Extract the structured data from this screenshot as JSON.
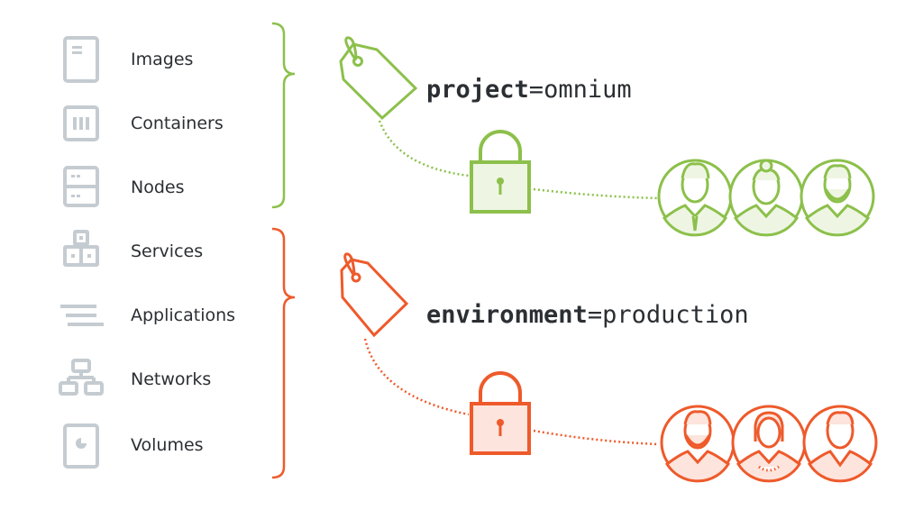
{
  "resources": [
    {
      "label": "Images",
      "icon": "image-file-icon"
    },
    {
      "label": "Containers",
      "icon": "container-icon"
    },
    {
      "label": "Nodes",
      "icon": "node-server-icon"
    },
    {
      "label": "Services",
      "icon": "services-blocks-icon"
    },
    {
      "label": "Applications",
      "icon": "applications-lines-icon"
    },
    {
      "label": "Networks",
      "icon": "network-topology-icon"
    },
    {
      "label": "Volumes",
      "icon": "volume-disk-icon"
    }
  ],
  "groups": [
    {
      "key": "project",
      "value": "omnium",
      "color": "#8cc04b",
      "fill": "#eef6e3"
    },
    {
      "key": "environment",
      "value": "production",
      "color": "#ee5a2b",
      "fill": "#fde4dc"
    }
  ],
  "colors": {
    "icon_gray": "#c5ccd1",
    "text": "#2b2f33"
  }
}
